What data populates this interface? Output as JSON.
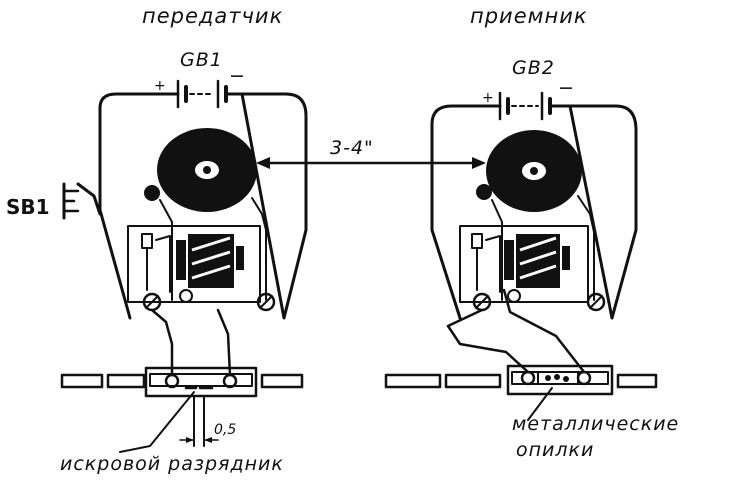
{
  "labels": {
    "transmitter_title": "передатчик",
    "receiver_title": "приемник",
    "battery1": "GB1",
    "battery2": "GB2",
    "plus": "+",
    "minus": "−",
    "switch": "SB1",
    "distance": "3-4\"",
    "gap_size": "0,5",
    "spark_gap": "искровой разрядник",
    "filings_line1": "металлические",
    "filings_line2": "опилки"
  }
}
